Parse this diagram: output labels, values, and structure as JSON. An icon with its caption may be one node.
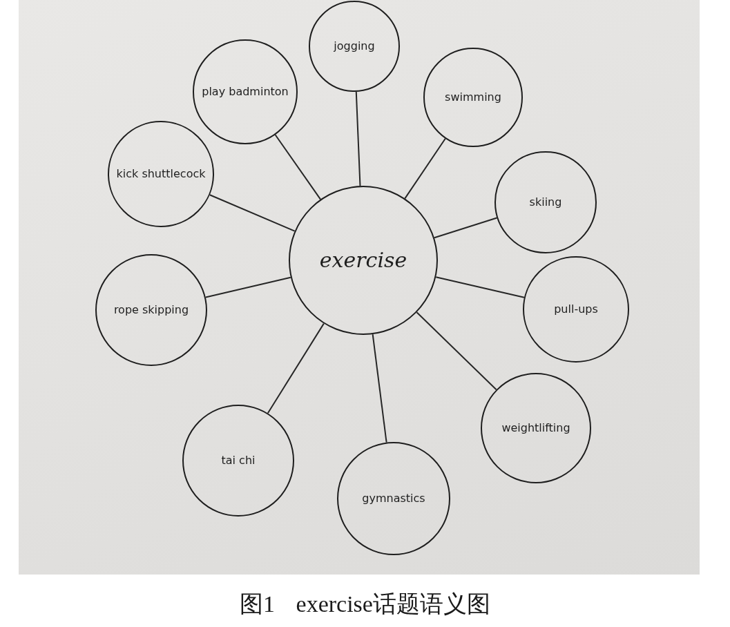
{
  "diagram": {
    "caption": "图1 exercise话题语义图",
    "nodes": [
      {
        "text": [
          "exercise"
        ]
      },
      {
        "text": [
          "jogging"
        ]
      },
      {
        "text": [
          "swimming"
        ]
      },
      {
        "text": [
          "skiing"
        ]
      },
      {
        "text": [
          "pull-ups"
        ]
      },
      {
        "text": [
          "weightlifting"
        ]
      },
      {
        "text": [
          "gymnastics"
        ]
      },
      {
        "text": [
          "tai chi"
        ]
      },
      {
        "text": [
          "rope skipping"
        ]
      },
      {
        "text": [
          "kick shuttlecock"
        ]
      },
      {
        "text": [
          "play badminton"
        ]
      }
    ],
    "edges": [
      {
        "from": 0,
        "to": 1,
        "arrow": "none"
      },
      {
        "from": 0,
        "to": 2,
        "arrow": "none"
      },
      {
        "from": 0,
        "to": 3,
        "arrow": "none"
      },
      {
        "from": 0,
        "to": 4,
        "arrow": "none"
      },
      {
        "from": 0,
        "to": 5,
        "arrow": "none"
      },
      {
        "from": 0,
        "to": 6,
        "arrow": "none"
      },
      {
        "from": 0,
        "to": 7,
        "arrow": "none"
      },
      {
        "from": 0,
        "to": 8,
        "arrow": "none"
      },
      {
        "from": 0,
        "to": 9,
        "arrow": "none"
      },
      {
        "from": 0,
        "to": 10,
        "arrow": "none"
      }
    ]
  }
}
